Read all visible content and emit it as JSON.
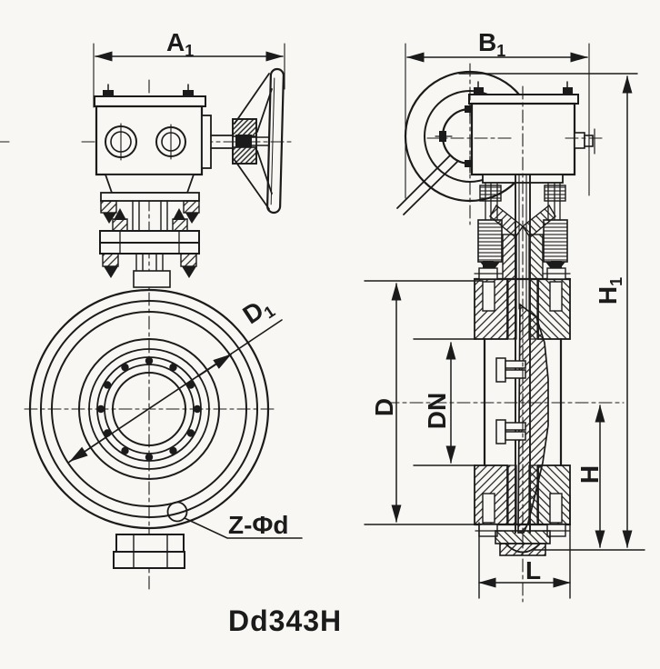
{
  "drawing": {
    "caption": "Dd343H",
    "colors": {
      "ink": "#1b1b1b",
      "paper": "#f8f7f3"
    },
    "front_view": {
      "dim_a1": {
        "main": "A",
        "sub": "1"
      },
      "dim_d1": {
        "main": "D",
        "sub": "1"
      },
      "bolt_holes_label": "Z-Φd"
    },
    "side_view": {
      "dim_b1": {
        "main": "B",
        "sub": "1"
      },
      "dim_h1": {
        "main": "H",
        "sub": "1"
      },
      "dim_h": "H",
      "dim_d": "D",
      "dim_dn": "DN",
      "dim_l": "L"
    }
  }
}
